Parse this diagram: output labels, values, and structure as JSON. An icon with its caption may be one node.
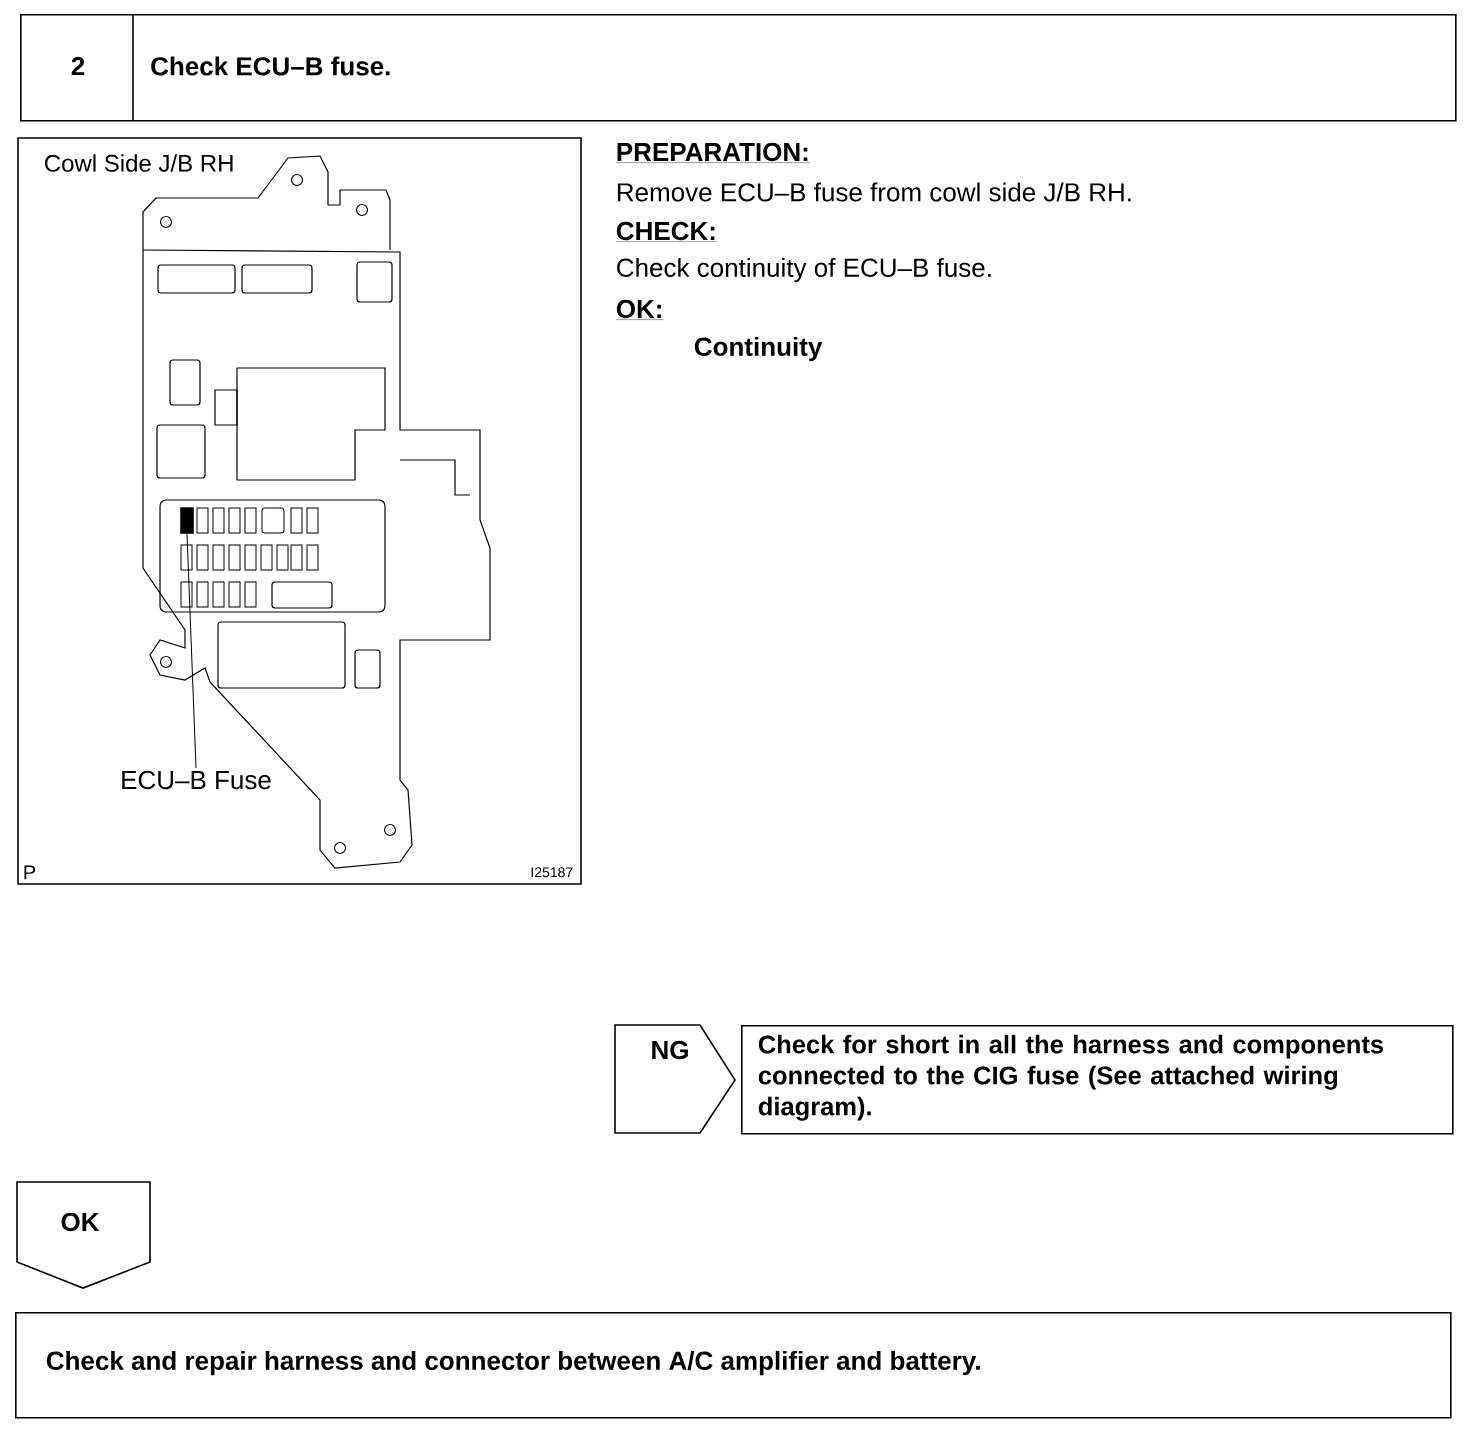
{
  "diagram": {
    "nodes": [
      {
        "text": [
          "2",
          "Check ECU–B fuse."
        ]
      },
      {
        "text": [
          "ECU–B Fuse"
        ]
      },
      {
        "text": [],
        "shape": "box"
      },
      {
        "text": [
          "NG"
        ]
      },
      {
        "text": [
          "Check for short in all the harness and components connected to the CIG fuse (See attached wiring diagram)."
        ]
      },
      {
        "text": [
          "OK"
        ]
      },
      {
        "text": [
          "Check and repair harness and connector between A/C amplifier and battery."
        ]
      }
    ],
    "edges": [
      {
        "from": 1,
        "to": 2,
        "arrow": "none"
      }
    ],
    "labels": [
      "Cowl Side J/B RH",
      "P",
      "I25187",
      "PREPARATION:",
      "Remove ECU–B fuse from cowl side J/B RH.",
      "CHECK:",
      "Check continuity of ECU–B fuse.",
      "OK:",
      "Continuity"
    ]
  }
}
